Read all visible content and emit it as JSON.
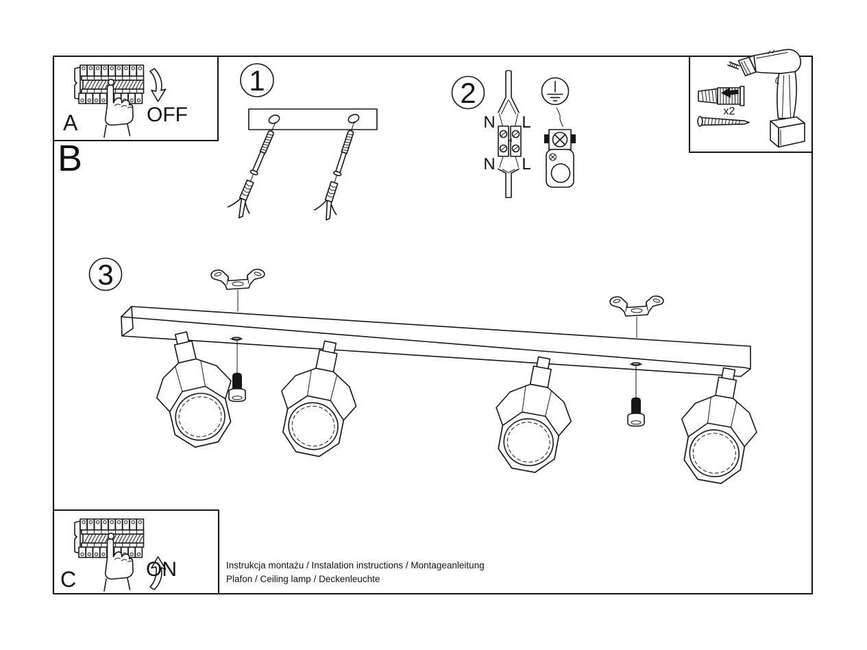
{
  "colors": {
    "ink": "#161616",
    "paper": "#ffffff"
  },
  "panel_a": {
    "label": "A",
    "state_label": "OFF"
  },
  "section_b": {
    "label": "B"
  },
  "step_1": {
    "number": "1"
  },
  "step_2": {
    "number": "2",
    "labels": {
      "n_top": "N",
      "l_top": "L",
      "n_bottom": "N",
      "l_bottom": "L"
    }
  },
  "step_3": {
    "number": "3"
  },
  "accessories": {
    "count_label": "x2"
  },
  "panel_c": {
    "label": "C",
    "state_label": "ON"
  },
  "footer": {
    "line_1": "Instrukcja montażu / Instalation instructions / Montageanleitung",
    "line_2": "Plafon / Ceiling lamp / Deckenleuchte"
  }
}
